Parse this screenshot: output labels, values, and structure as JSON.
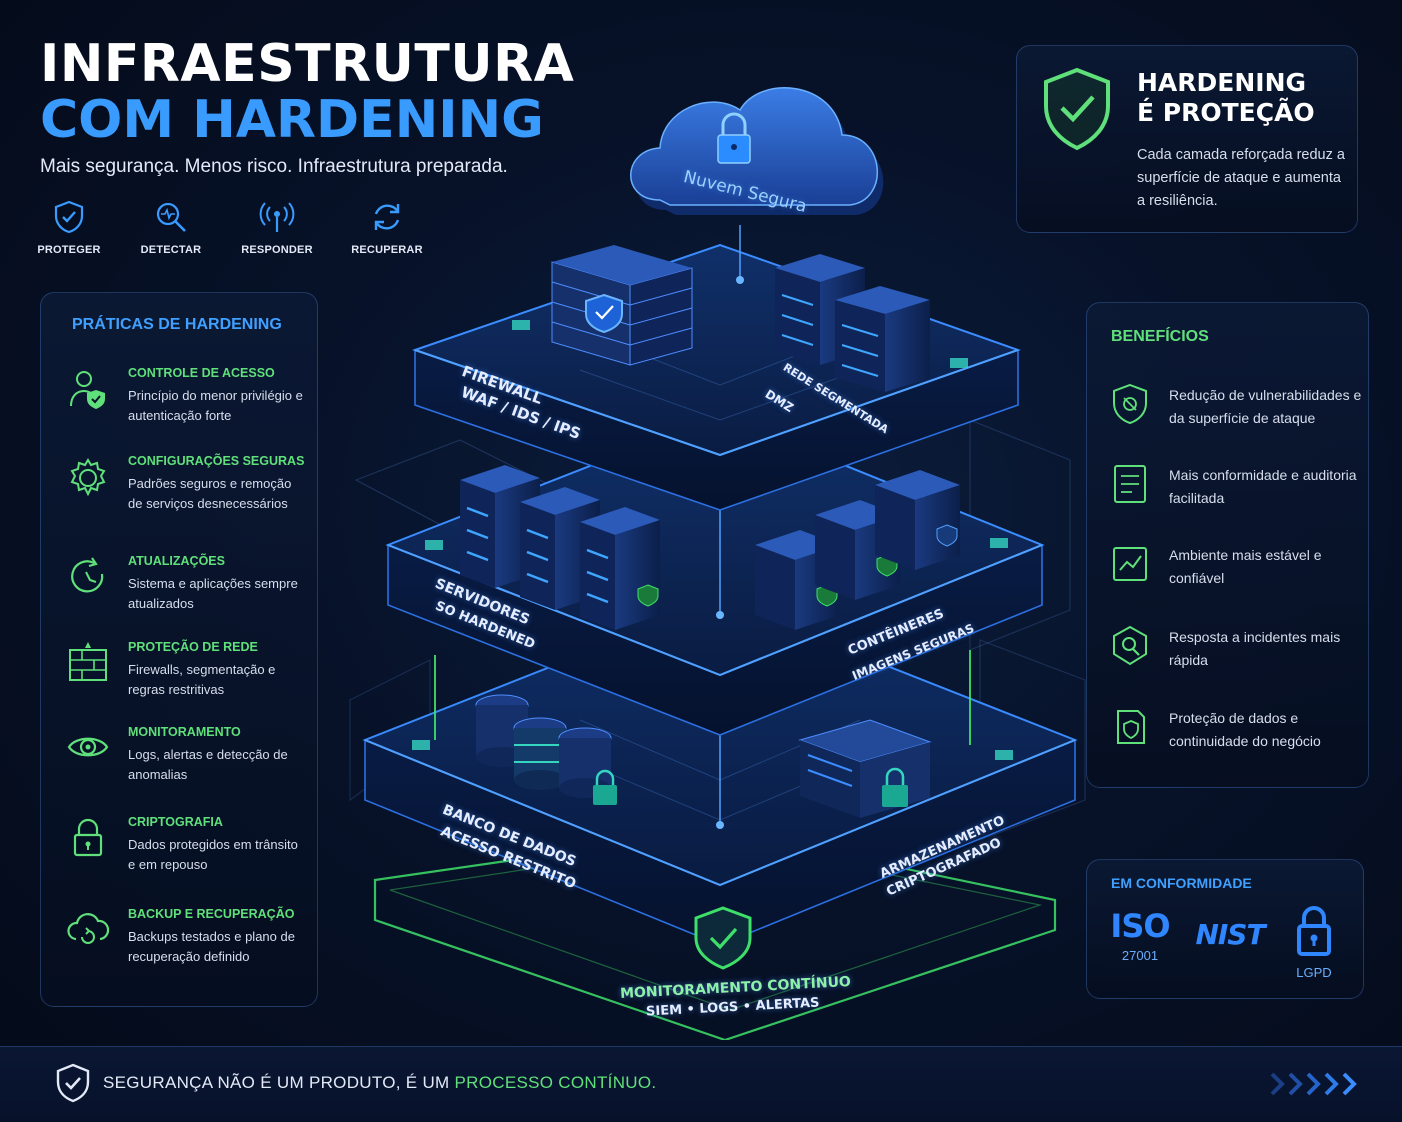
{
  "header": {
    "title_line1": "INFRAESTRUTURA",
    "title_line2": "COM HARDENING",
    "subtitle": "Mais segurança. Menos risco. Infraestrutura preparada.",
    "pillars": [
      {
        "label": "PROTEGER",
        "icon": "shield-check-icon"
      },
      {
        "label": "DETECTAR",
        "icon": "magnifier-pulse-icon"
      },
      {
        "label": "RESPONDER",
        "icon": "broadcast-icon"
      },
      {
        "label": "RECUPERAR",
        "icon": "refresh-icon"
      }
    ]
  },
  "practices": {
    "title": "PRÁTICAS DE HARDENING",
    "items": [
      {
        "title": "CONTROLE DE ACESSO",
        "desc": "Princípio do menor privilégio e autenticação forte",
        "icon": "user-shield-icon"
      },
      {
        "title": "CONFIGURAÇÕES SEGURAS",
        "desc": "Padrões seguros e remoção de serviços desnecessários",
        "icon": "gear-icon"
      },
      {
        "title": "ATUALIZAÇÕES",
        "desc": "Sistema e aplicações sempre atualizados",
        "icon": "update-icon"
      },
      {
        "title": "PROTEÇÃO DE REDE",
        "desc": "Firewalls, segmentação e regras restritivas",
        "icon": "network-firewall-icon"
      },
      {
        "title": "MONITORAMENTO",
        "desc": "Logs, alertas e detecção de anomalias",
        "icon": "eye-icon"
      },
      {
        "title": "CRIPTOGRAFIA",
        "desc": "Dados protegidos em trânsito e em repouso",
        "icon": "lock-icon"
      },
      {
        "title": "BACKUP E RECUPERAÇÃO",
        "desc": "Backups testados e plano de recuperação definido",
        "icon": "cloud-backup-icon"
      }
    ]
  },
  "hardening_box": {
    "title_line1": "HARDENING",
    "title_line2": "É PROTEÇÃO",
    "text": "Cada camada reforçada reduz a superfície de ataque e aumenta a resiliência."
  },
  "benefits": {
    "title": "BENEFÍCIOS",
    "items": [
      {
        "text": "Redução de vulnerabilidades e da superfície de ataque",
        "icon": "shield-bug-icon"
      },
      {
        "text": "Mais conformidade e auditoria facilitada",
        "icon": "checklist-icon"
      },
      {
        "text": "Ambiente mais estável e confiável",
        "icon": "stable-chart-icon"
      },
      {
        "text": "Resposta a incidentes mais rápida",
        "icon": "incident-search-icon"
      },
      {
        "text": "Proteção de dados e continuidade do negócio",
        "icon": "data-shield-icon"
      }
    ]
  },
  "compliance": {
    "title": "EM CONFORMIDADE",
    "iso_logo": "ISO",
    "iso_label": "27001",
    "nist_logo": "NIST",
    "lgpd_label": "LGPD"
  },
  "diagram": {
    "cloud_label": "Nuvem Segura",
    "firewall_line1": "FIREWALL",
    "firewall_line2": "WAF / IDS / IPS",
    "network_line1": "REDE SEGMENTADA",
    "network_line2": "DMZ",
    "servers_line1": "SERVIDORES",
    "servers_line2": "SO HARDENED",
    "containers_line1": "CONTÊINERES",
    "containers_line2": "IMAGENS SEGURAS",
    "db_line1": "BANCO DE DADOS",
    "db_line2": "ACESSO RESTRITO",
    "storage_line1": "ARMAZENAMENTO",
    "storage_line2": "CRIPTOGRAFADO",
    "monitor_line1": "MONITORAMENTO CONTÍNUO",
    "monitor_line2": "SIEM • LOGS • ALERTAS"
  },
  "footer": {
    "text_main": "SEGURANÇA NÃO É UM PRODUTO, É UM ",
    "text_highlight": "PROCESSO CONTÍNUO."
  },
  "colors": {
    "accent_blue": "#3a9bff",
    "accent_green": "#5fe07a",
    "background": "#050c1c"
  }
}
